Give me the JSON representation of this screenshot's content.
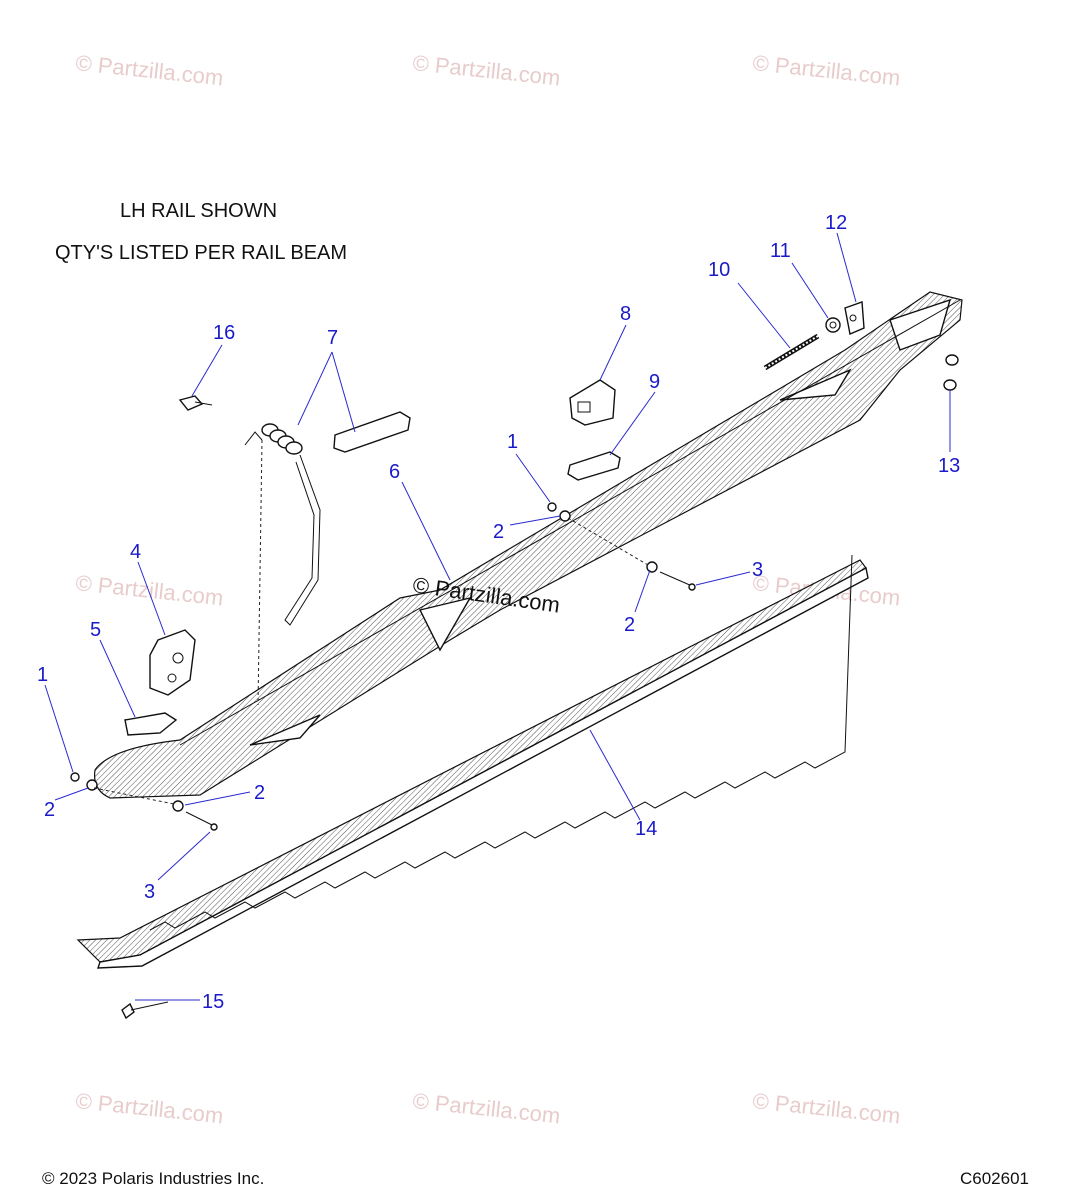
{
  "notes": {
    "line1": "LH RAIL SHOWN",
    "line2": "QTY'S LISTED PER RAIL BEAM"
  },
  "watermark": {
    "text": "© Partzilla.com",
    "main_text": "© Partzilla.com"
  },
  "callouts": {
    "c1a": "1",
    "c1b": "1",
    "c2a": "2",
    "c2b": "2",
    "c2c": "2",
    "c2d": "2",
    "c3a": "3",
    "c3b": "3",
    "c4": "4",
    "c5": "5",
    "c6": "6",
    "c7": "7",
    "c8": "8",
    "c9": "9",
    "c10": "10",
    "c11": "11",
    "c12": "12",
    "c13": "13",
    "c14": "14",
    "c15": "15",
    "c16": "16"
  },
  "footer": {
    "copyright": "© 2023 Polaris Industries Inc.",
    "code": "C602601"
  },
  "colors": {
    "callout": "#1a1ac8",
    "watermark": "#e8cccc",
    "line": "#111111"
  }
}
